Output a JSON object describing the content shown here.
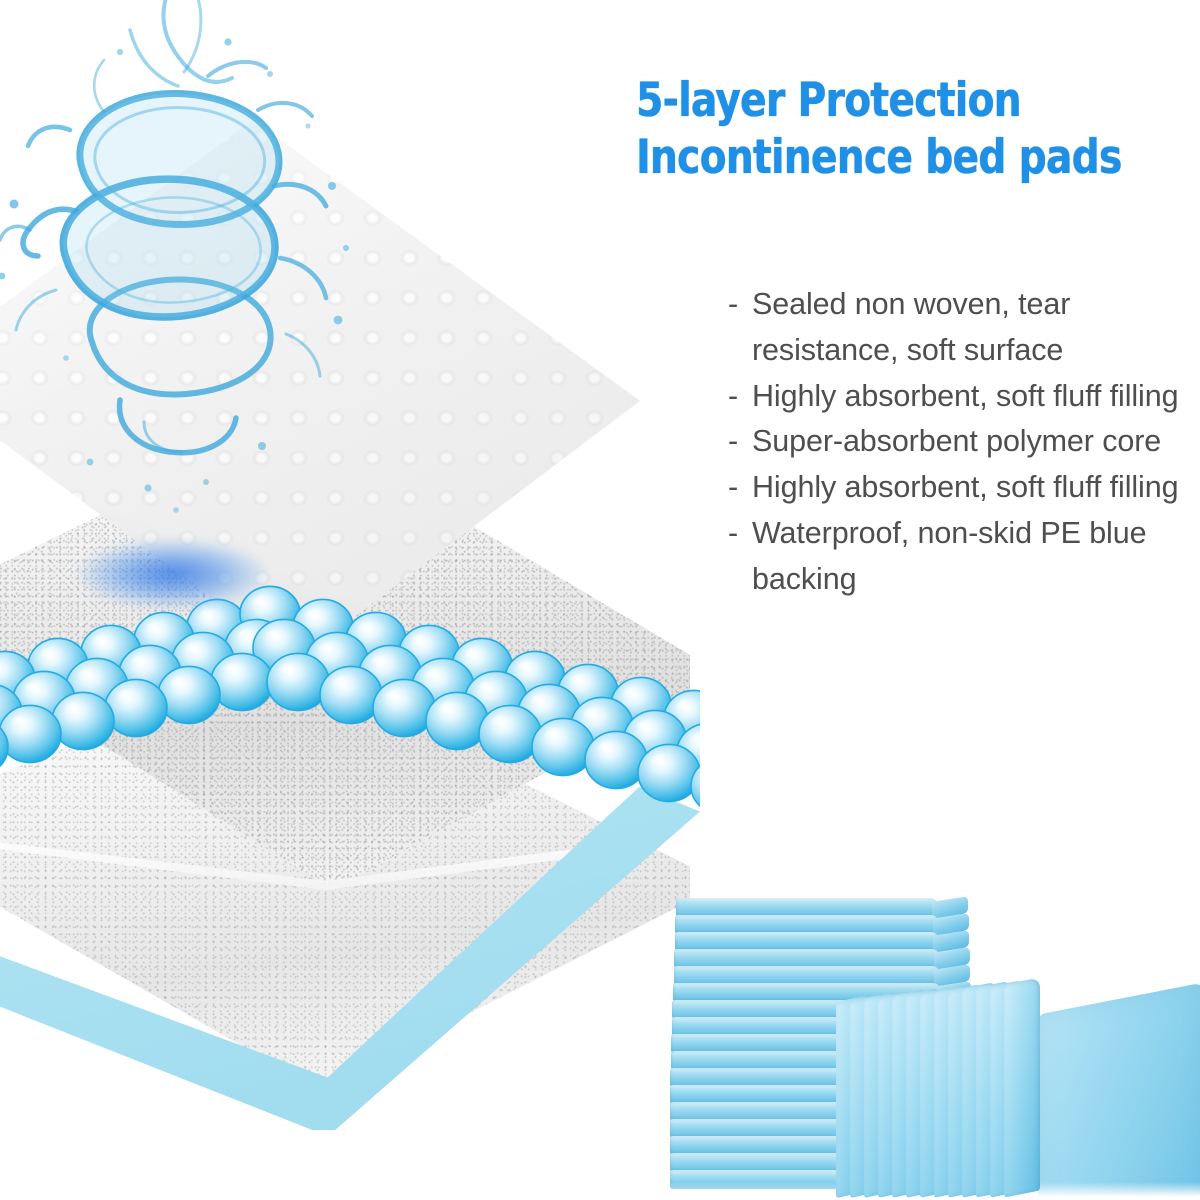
{
  "title": {
    "line1": "5-layer Protection",
    "line2": "Incontinence bed pads",
    "color": "#1f90e6"
  },
  "features": {
    "bullet_marker": "-",
    "text_color": "#4e4e4e",
    "items": [
      "Sealed non woven, tear resistance, soft surface",
      "Highly absorbent, soft fluff filling",
      "Super-absorbent polymer core",
      "Highly absorbent, soft fluff filling",
      "Waterproof, non-skid PE blue backing"
    ]
  },
  "diagram": {
    "layers": [
      {
        "name": "embossed-topsheet",
        "label": "Sealed non woven surface",
        "color": "#fbfbfb"
      },
      {
        "name": "fluff-filling-upper",
        "label": "Highly absorbent soft fluff",
        "color": "#f0f0f0"
      },
      {
        "name": "sap-polymer-core",
        "label": "Super-absorbent polymer core",
        "color": "#5ec8ef"
      },
      {
        "name": "fluff-filling-lower",
        "label": "Highly absorbent soft fluff",
        "color": "#f4f4f4"
      },
      {
        "name": "pe-blue-backing",
        "label": "Waterproof non-skid PE blue backing",
        "color": "#a5dff0"
      }
    ],
    "water_splash": {
      "name": "water-splash",
      "color": "#3aa8dd"
    },
    "bead_count": 46
  },
  "product_photo": {
    "name": "stacked-bed-pads",
    "stack_sheets": 17,
    "fan_sheets": 13,
    "pad_color": "#7fcdec"
  },
  "background": "#ffffff"
}
